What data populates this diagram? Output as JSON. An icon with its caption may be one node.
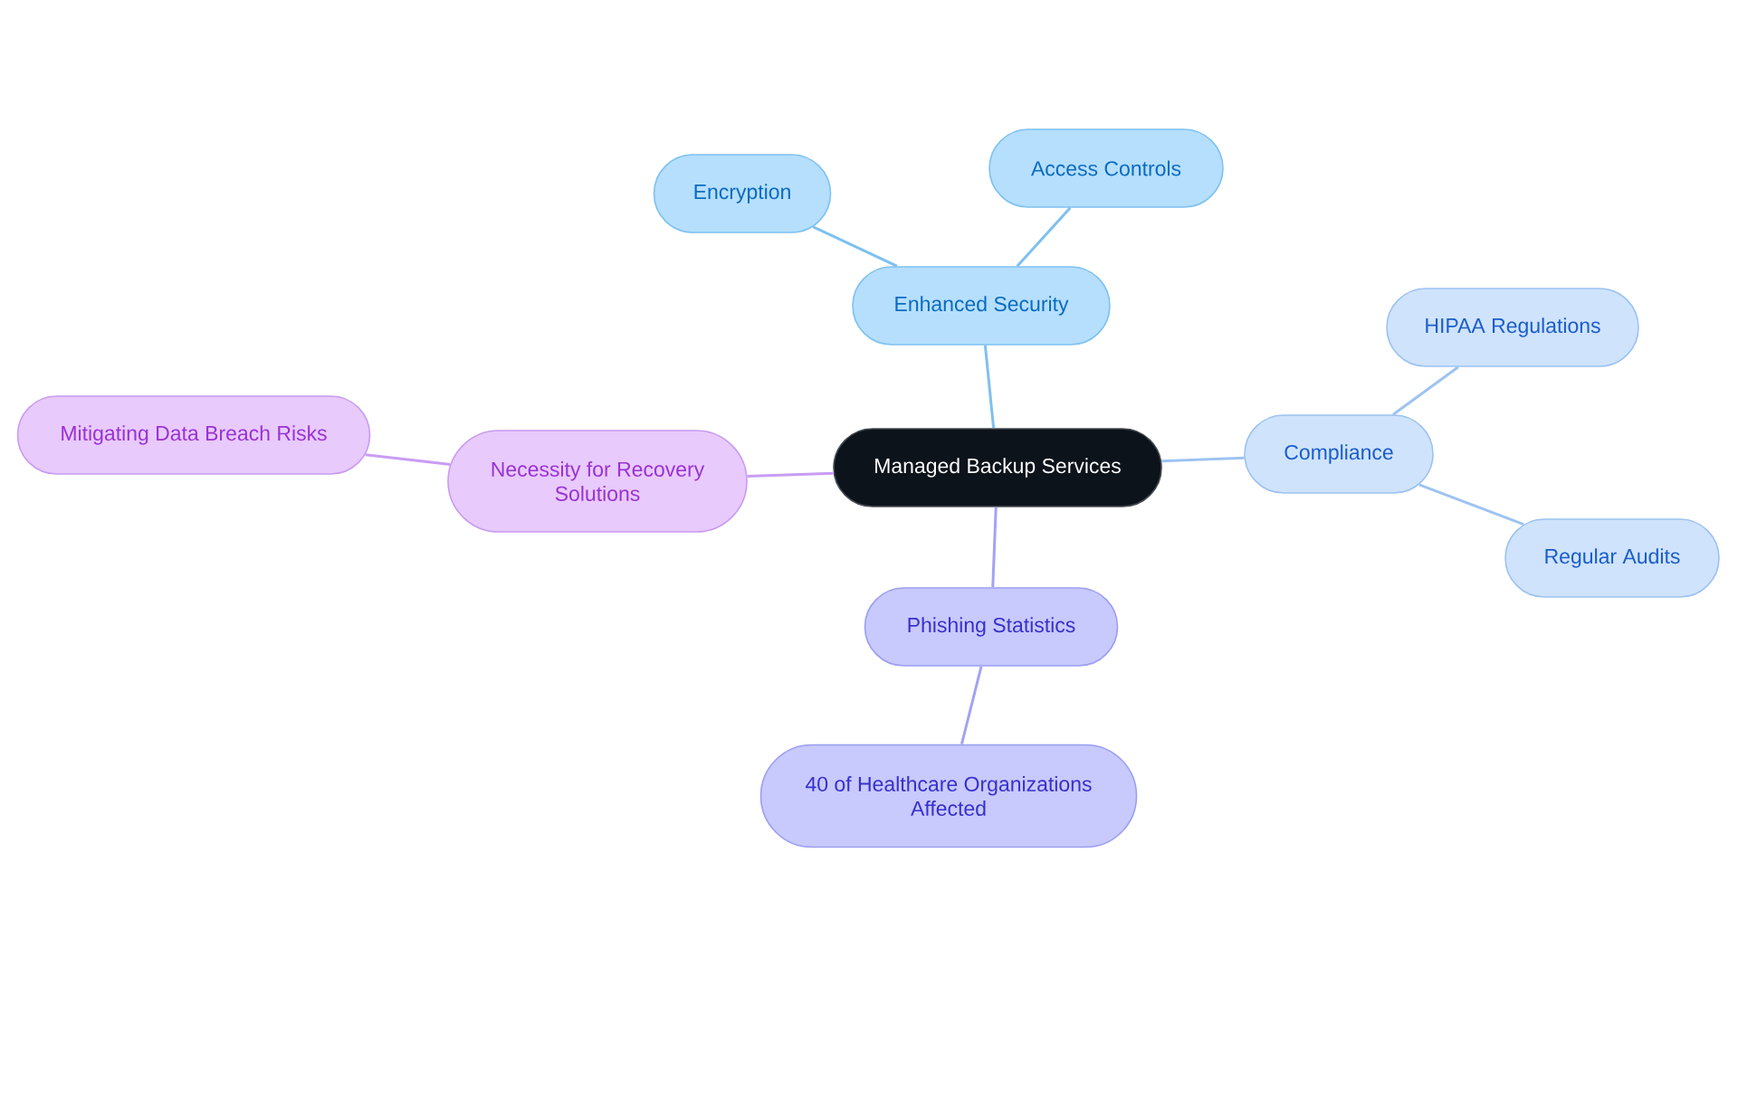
{
  "diagram": {
    "nodes": [
      {
        "text": [
          "Managed Backup Services"
        ]
      },
      {
        "text": [
          "Enhanced Security"
        ]
      },
      {
        "text": [
          "Encryption"
        ]
      },
      {
        "text": [
          "Access Controls"
        ]
      },
      {
        "text": [
          "Compliance"
        ]
      },
      {
        "text": [
          "HIPAA Regulations"
        ]
      },
      {
        "text": [
          "Regular Audits"
        ]
      },
      {
        "text": [
          "Phishing Statistics"
        ]
      },
      {
        "text": [
          "40 of Healthcare Organizations Affected"
        ]
      },
      {
        "text": [
          "Necessity for Recovery Solutions"
        ]
      },
      {
        "text": [
          "Mitigating Data Breach Risks"
        ]
      }
    ],
    "edges": [
      {
        "from": 0,
        "to": 1,
        "arrow": "none",
        "color": "#7ec0f0"
      },
      {
        "from": 1,
        "to": 2,
        "arrow": "none",
        "color": "#7ec0f0"
      },
      {
        "from": 1,
        "to": 3,
        "arrow": "none",
        "color": "#7ec0f0"
      },
      {
        "from": 0,
        "to": 4,
        "arrow": "none",
        "color": "#9dc3f2"
      },
      {
        "from": 4,
        "to": 5,
        "arrow": "none",
        "color": "#9dc3f2"
      },
      {
        "from": 4,
        "to": 6,
        "arrow": "none",
        "color": "#9dc3f2"
      },
      {
        "from": 0,
        "to": 7,
        "arrow": "none",
        "color": "#a2a3f5"
      },
      {
        "from": 7,
        "to": 8,
        "arrow": "none",
        "color": "#a2a3f5"
      },
      {
        "from": 0,
        "to": 9,
        "arrow": "none",
        "color": "#c89cf3"
      },
      {
        "from": 9,
        "to": 10,
        "arrow": "none",
        "color": "#c89cf3"
      }
    ]
  }
}
